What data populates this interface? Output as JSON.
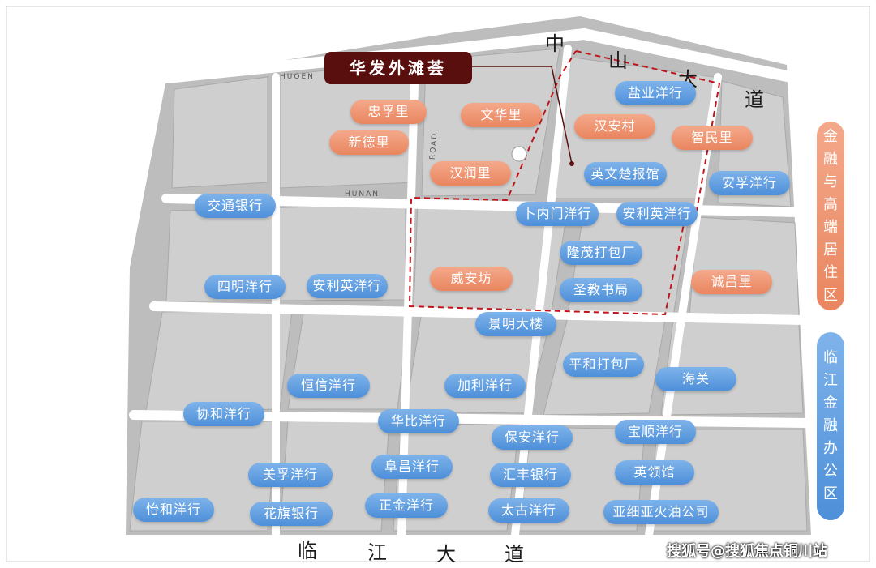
{
  "title": "华发外滩荟",
  "roads": {
    "top": [
      "中",
      "山",
      "大",
      "道"
    ],
    "bottom": [
      "临",
      "江",
      "大",
      "道"
    ]
  },
  "street_labels": [
    "HUQEN",
    "HUNAN",
    "ROAD"
  ],
  "side_panels": {
    "finance": [
      "金",
      "融",
      "与",
      "高",
      "端",
      "居",
      "住",
      "区"
    ],
    "office": [
      "临",
      "江",
      "金",
      "融",
      "办",
      "公",
      "区"
    ]
  },
  "landmarks": {
    "orange": [
      "忠孚里",
      "文华里",
      "汉安村",
      "新德里",
      "智民里",
      "汉润里",
      "威安坊",
      "诚昌里"
    ],
    "blue": [
      "盐业洋行",
      "英文楚报馆",
      "安孚洋行",
      "交通银行",
      "卜内门洋行",
      "安利英洋行",
      "隆茂打包厂",
      "四明洋行",
      "安利英洋行",
      "圣教书局",
      "景明大楼",
      "平和打包厂",
      "恒信洋行",
      "加利洋行",
      "海关",
      "协和洋行",
      "华比洋行",
      "保安洋行",
      "宝顺洋行",
      "美孚洋行",
      "阜昌洋行",
      "汇丰银行",
      "英领馆",
      "怡和洋行",
      "花旗银行",
      "正金洋行",
      "太古洋行",
      "亚细亚火油公司"
    ]
  },
  "watermark": "搜狐号@搜狐焦点铜川站",
  "colors": {
    "title_bg": "#5a0f0f",
    "pill_blue": "#5b9be0",
    "pill_orange": "#ec9170",
    "boundary": "#c0141b"
  }
}
